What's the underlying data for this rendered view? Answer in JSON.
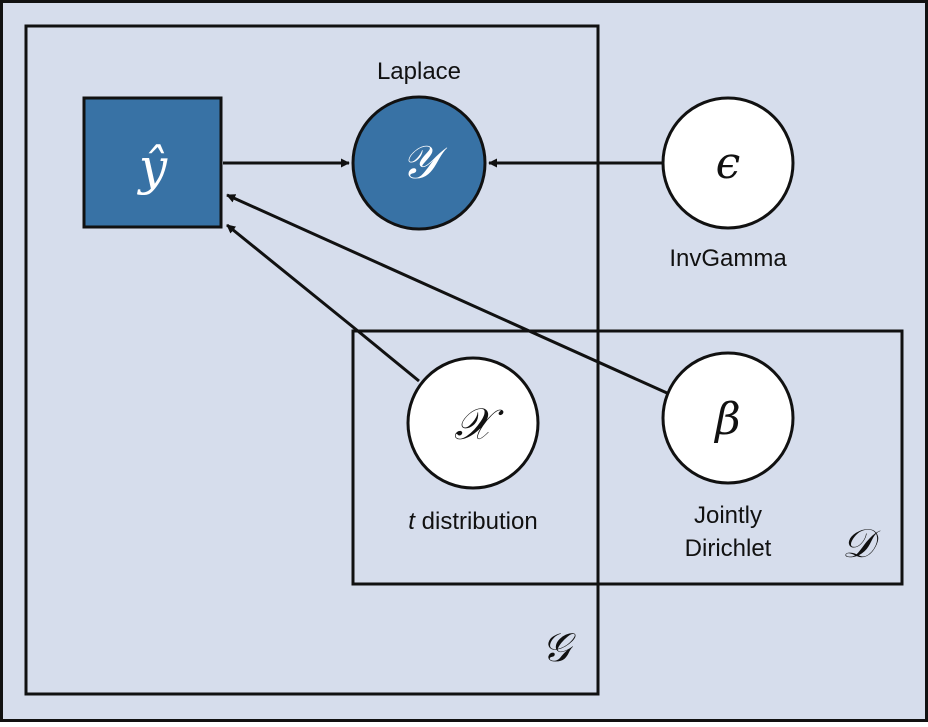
{
  "colors": {
    "background": "#d6ddec",
    "border": "#111111",
    "observed_fill": "#3872a5",
    "latent_fill": "#ffffff",
    "symbol_on_dark": "#ffffff",
    "symbol_on_light": "#111111"
  },
  "plates": {
    "G": {
      "label": "𝒢"
    },
    "D": {
      "label": "𝒟"
    }
  },
  "nodes": {
    "y_hat": {
      "symbol": "ŷ",
      "shape": "square",
      "observed": true
    },
    "y": {
      "symbol": "𝒴",
      "label": "Laplace",
      "shape": "circle",
      "observed": true
    },
    "epsilon": {
      "symbol": "ϵ",
      "label": "InvGamma",
      "shape": "circle",
      "observed": false
    },
    "x": {
      "symbol": "𝒳",
      "label_italic": "t",
      "label": " distribution",
      "shape": "circle",
      "observed": false
    },
    "beta": {
      "symbol": "β",
      "label_line1": "Jointly",
      "label_line2": "Dirichlet",
      "shape": "circle",
      "observed": false
    }
  },
  "edges": [
    {
      "from": "y_hat",
      "to": "y"
    },
    {
      "from": "epsilon",
      "to": "y"
    },
    {
      "from": "x",
      "to": "y_hat"
    },
    {
      "from": "beta",
      "to": "y_hat"
    }
  ]
}
